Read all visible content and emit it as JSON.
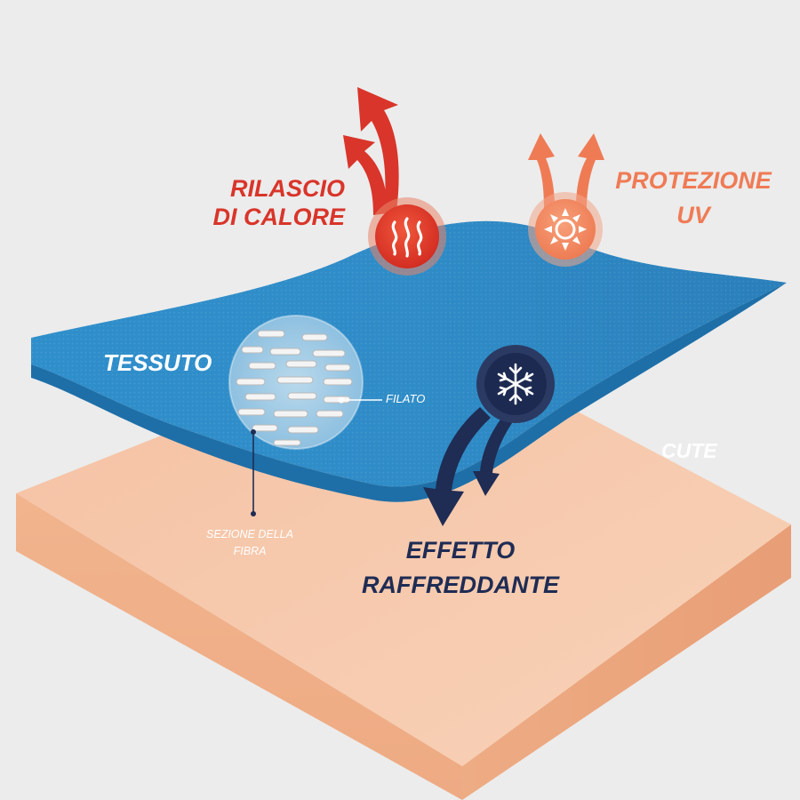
{
  "labels": {
    "heat_release": [
      "RILASCIO",
      "DI CALORE"
    ],
    "uv_protection": [
      "PROTEZIONE",
      "UV"
    ],
    "fabric": "TESSUTO",
    "yarn": "FILATO",
    "fiber_section": [
      "SEZIONE DELLA",
      "FIBRA"
    ],
    "skin": "CUTE",
    "cooling_effect": [
      "EFFETTO",
      "RAFFREDDANTE"
    ]
  },
  "icons": {
    "heat": "heat-waves-icon",
    "uv": "sun-icon",
    "cooling": "snowflake-icon"
  },
  "colors": {
    "heat": "#d9352a",
    "uv": "#ef7b55",
    "fabric": "#2d8cc7",
    "skin": "#f7c6a9",
    "cooling": "#1f2c54",
    "background": "#ececec"
  }
}
